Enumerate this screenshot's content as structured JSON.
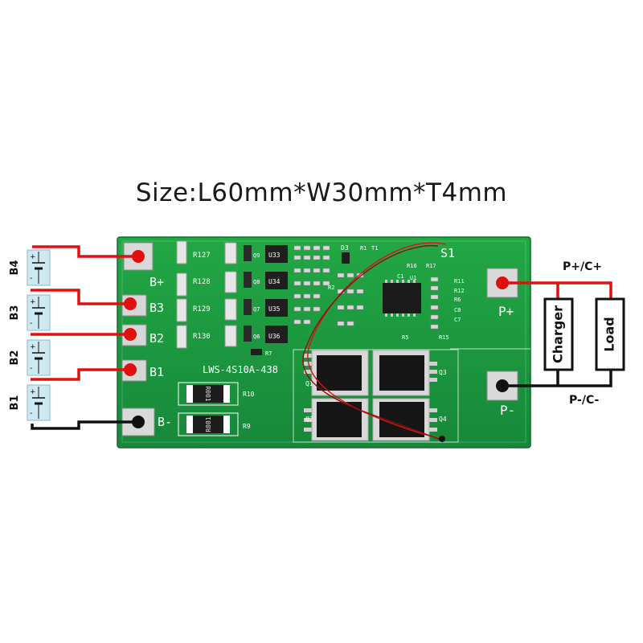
{
  "title": "Size:L60mm*W30mm*T4mm",
  "cells": [
    "B4",
    "B3",
    "B2",
    "B1"
  ],
  "board": {
    "model": "LWS-4S10A-438",
    "pads": {
      "b_plus": "B+",
      "b3": "B3",
      "b2": "B2",
      "b1": "B1",
      "b_minus": "B-",
      "p_plus": "P+",
      "p_minus": "P-",
      "s1": "S1"
    },
    "resistors": [
      "R127",
      "R128",
      "R129",
      "R130",
      "R10",
      "R9"
    ],
    "shunt_marking": "R001",
    "mosfets": [
      "Q3",
      "Q4",
      "Q2",
      "Q1"
    ],
    "ic": "U1",
    "small_labels": [
      "D3",
      "R1",
      "T1",
      "R16",
      "R17",
      "C1",
      "R11",
      "R12",
      "R6",
      "C8",
      "C7",
      "R15",
      "R5",
      "R2",
      "R7",
      "U33",
      "U34",
      "U35",
      "U36",
      "Q9",
      "Q8",
      "Q7",
      "Q6"
    ]
  },
  "terminals": {
    "p_plus_c_plus": "P+/C+",
    "p_minus_c_minus": "P-/C-"
  },
  "loads": {
    "charger": "Charger",
    "load": "Load"
  },
  "colors": {
    "pcb": "#1c9a3a",
    "wire_red": "#e01010",
    "wire_black": "#111111",
    "cell_fill": "#cfe9f2"
  }
}
